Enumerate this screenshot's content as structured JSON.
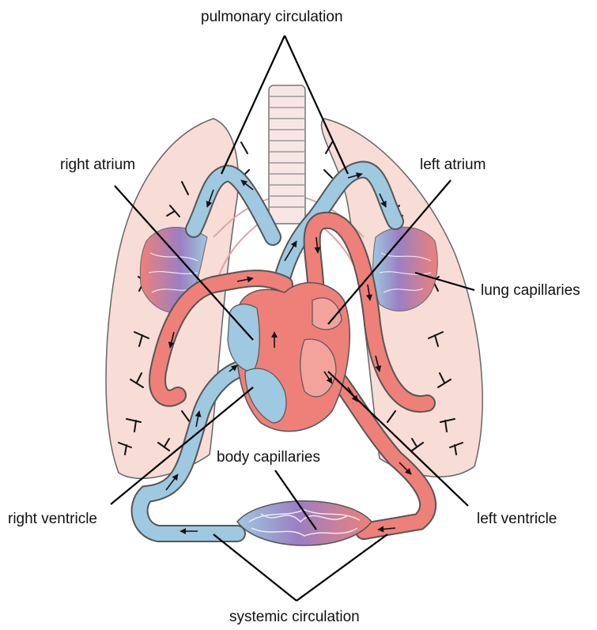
{
  "labels": {
    "pulmonary_circulation": "pulmonary circulation",
    "right_atrium": "right atrium",
    "left_atrium": "left atrium",
    "lung_capillaries": "lung capillaries",
    "body_capillaries": "body capillaries",
    "right_ventricle": "right ventricle",
    "left_ventricle": "left ventricle",
    "systemic_circulation": "systemic circulation"
  },
  "colors": {
    "oxygenated_blood": "#ee8079",
    "deoxygenated_blood": "#9ec9e0",
    "capillary_mix": "#9b7fc3",
    "lung_tissue": "#f8dcd6",
    "outline": "#555555",
    "leader_line": "#000000"
  }
}
